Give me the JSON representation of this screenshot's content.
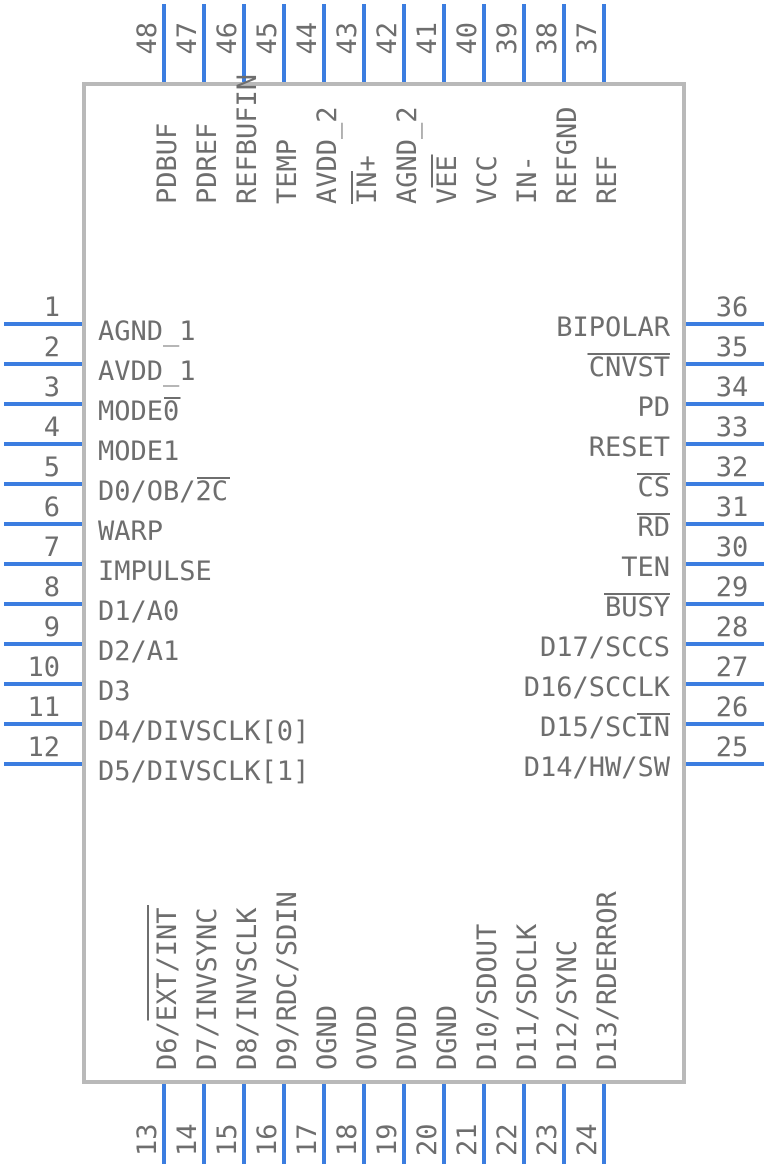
{
  "colors": {
    "body": "#b9b9b9",
    "pin": "#3b7de0",
    "text": "#6e6e6e"
  },
  "pins": {
    "left": [
      {
        "number": "1",
        "name": "AGND_1",
        "overbar": null
      },
      {
        "number": "2",
        "name": "AVDD_1",
        "overbar": null
      },
      {
        "number": "3",
        "name": "MODE0",
        "overbar": [
          4,
          5
        ]
      },
      {
        "number": "4",
        "name": "MODE1",
        "overbar": null
      },
      {
        "number": "5",
        "name": "D0/OB/2C",
        "overbar": [
          6,
          8
        ]
      },
      {
        "number": "6",
        "name": "WARP",
        "overbar": null
      },
      {
        "number": "7",
        "name": "IMPULSE",
        "overbar": null
      },
      {
        "number": "8",
        "name": "D1/A0",
        "overbar": null
      },
      {
        "number": "9",
        "name": "D2/A1",
        "overbar": null
      },
      {
        "number": "10",
        "name": "D3",
        "overbar": null
      },
      {
        "number": "11",
        "name": "D4/DIVSCLK[0]",
        "overbar": null
      },
      {
        "number": "12",
        "name": "D5/DIVSCLK[1]",
        "overbar": null
      }
    ],
    "right": [
      {
        "number": "36",
        "name": "BIPOLAR",
        "overbar": null
      },
      {
        "number": "35",
        "name": "CNVST",
        "overbar": [
          0,
          5
        ]
      },
      {
        "number": "34",
        "name": "PD",
        "overbar": null
      },
      {
        "number": "33",
        "name": "RESET",
        "overbar": null
      },
      {
        "number": "32",
        "name": "CS",
        "overbar": [
          0,
          2
        ]
      },
      {
        "number": "31",
        "name": "RD",
        "overbar": [
          0,
          2
        ]
      },
      {
        "number": "30",
        "name": "TEN",
        "overbar": null
      },
      {
        "number": "29",
        "name": "BUSY",
        "overbar": [
          0,
          4
        ]
      },
      {
        "number": "28",
        "name": "D17/SCCS",
        "overbar": null
      },
      {
        "number": "27",
        "name": "D16/SCCLK",
        "overbar": null
      },
      {
        "number": "26",
        "name": "D15/SCIN",
        "overbar": [
          6,
          8
        ]
      },
      {
        "number": "25",
        "name": "D14/HW/SW",
        "overbar": null
      }
    ],
    "top": [
      {
        "number": "48",
        "name": "PDBUF",
        "overbar": null
      },
      {
        "number": "47",
        "name": "PDREF",
        "overbar": null
      },
      {
        "number": "46",
        "name": "REFBUFIN",
        "overbar": null
      },
      {
        "number": "45",
        "name": "TEMP",
        "overbar": null
      },
      {
        "number": "44",
        "name": "AVDD_2",
        "overbar": null
      },
      {
        "number": "43",
        "name": "IN+",
        "overbar": [
          0,
          2
        ]
      },
      {
        "number": "42",
        "name": "AGND_2",
        "overbar": null
      },
      {
        "number": "41",
        "name": "VEE",
        "overbar": [
          1,
          3
        ]
      },
      {
        "number": "40",
        "name": "VCC",
        "overbar": null
      },
      {
        "number": "39",
        "name": "IN-",
        "overbar": null
      },
      {
        "number": "38",
        "name": "REFGND",
        "overbar": null
      },
      {
        "number": "37",
        "name": "REF",
        "overbar": null
      }
    ],
    "bottom": [
      {
        "number": "13",
        "name": "D6/EXT/INT",
        "overbar": [
          3,
          10
        ]
      },
      {
        "number": "14",
        "name": "D7/INVSYNC",
        "overbar": null
      },
      {
        "number": "15",
        "name": "D8/INVSCLK",
        "overbar": null
      },
      {
        "number": "16",
        "name": "D9/RDC/SDIN",
        "overbar": null
      },
      {
        "number": "17",
        "name": "OGND",
        "overbar": null
      },
      {
        "number": "18",
        "name": "OVDD",
        "overbar": null
      },
      {
        "number": "19",
        "name": "DVDD",
        "overbar": null
      },
      {
        "number": "20",
        "name": "DGND",
        "overbar": null
      },
      {
        "number": "21",
        "name": "D10/SDOUT",
        "overbar": null
      },
      {
        "number": "22",
        "name": "D11/SDCLK",
        "overbar": null
      },
      {
        "number": "23",
        "name": "D12/SYNC",
        "overbar": null
      },
      {
        "number": "24",
        "name": "D13/RDERROR",
        "overbar": null
      }
    ]
  }
}
